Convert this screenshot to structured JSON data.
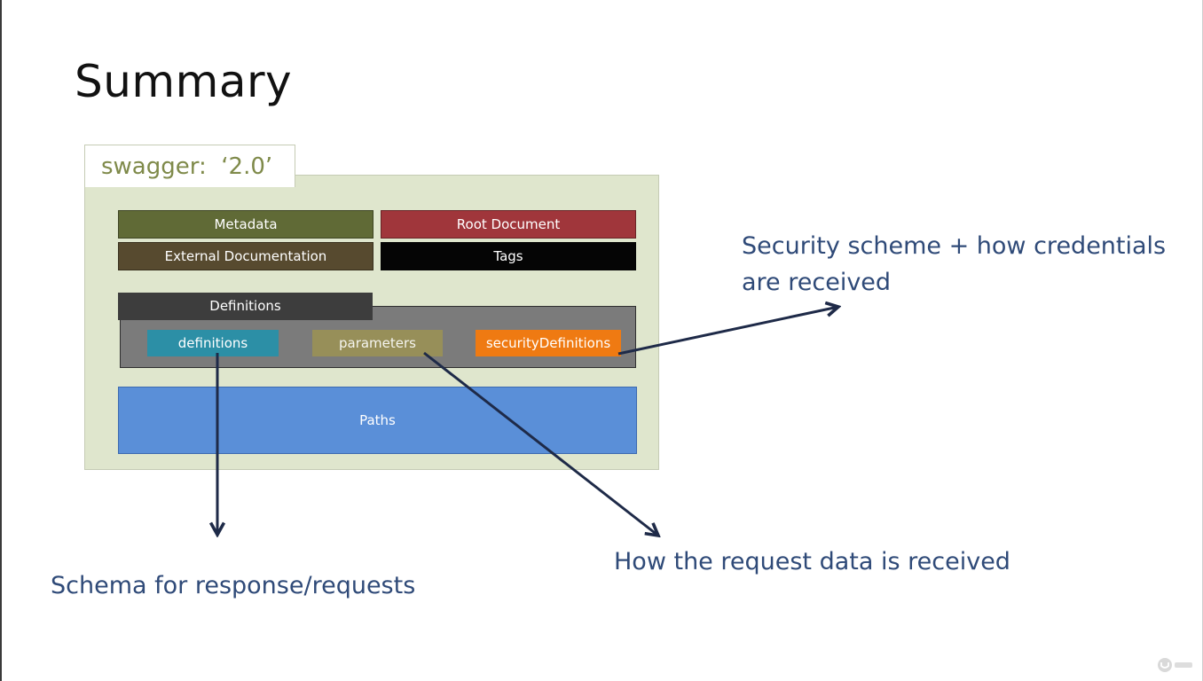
{
  "slide": {
    "title": "Summary"
  },
  "diagram": {
    "tab_label": "swagger:  ‘2.0’",
    "blocks": {
      "metadata": "Metadata",
      "root_document": "Root Document",
      "external_documentation": "External Documentation",
      "tags": "Tags"
    },
    "definitions_group": {
      "header": "Definitions",
      "items": {
        "definitions": "definitions",
        "parameters": "parameters",
        "security_definitions": "securityDefinitions"
      }
    },
    "paths": "Paths"
  },
  "annotations": {
    "security": "Security scheme + how credentials are received",
    "parameters": "How the request data is received",
    "definitions": "Schema for response/requests"
  },
  "colors": {
    "metadata": "#606a36",
    "root_document": "#a0363b",
    "external_documentation": "#574a2f",
    "tags": "#050505",
    "definitions_chip": "#2c8fa6",
    "parameters_chip": "#978f59",
    "security_chip": "#ef7a12",
    "paths": "#5a8fd8",
    "annotation_text": "#2f4a78",
    "arrow": "#1e2a48"
  },
  "icons": {
    "watermark": "udemy-logo-icon"
  }
}
